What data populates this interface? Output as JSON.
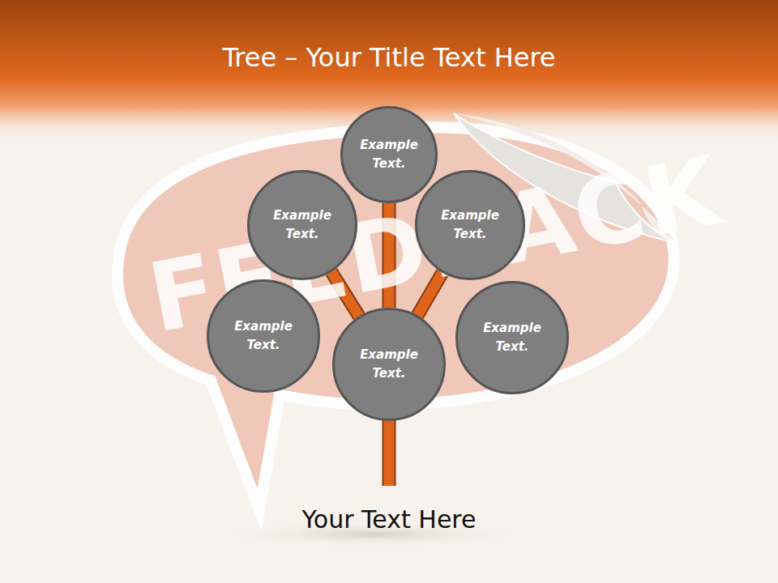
{
  "diagram": {
    "title": "Tree – Your Title Text Here",
    "caption": "Your Text Here",
    "nodes": [
      {
        "text": [
          "Example Text."
        ]
      },
      {
        "text": [
          "Example Text."
        ]
      },
      {
        "text": [
          "Example Text."
        ]
      },
      {
        "text": [
          "Example Text."
        ]
      },
      {
        "text": [
          "Example Text."
        ]
      },
      {
        "text": [
          "Example Text."
        ]
      }
    ],
    "edges": [
      {
        "from": 4,
        "to": 0,
        "arrow": "none"
      },
      {
        "from": 4,
        "to": 1,
        "arrow": "none"
      },
      {
        "from": 4,
        "to": 2,
        "arrow": "none"
      }
    ],
    "labels": [
      "FEEDBACK"
    ]
  }
}
